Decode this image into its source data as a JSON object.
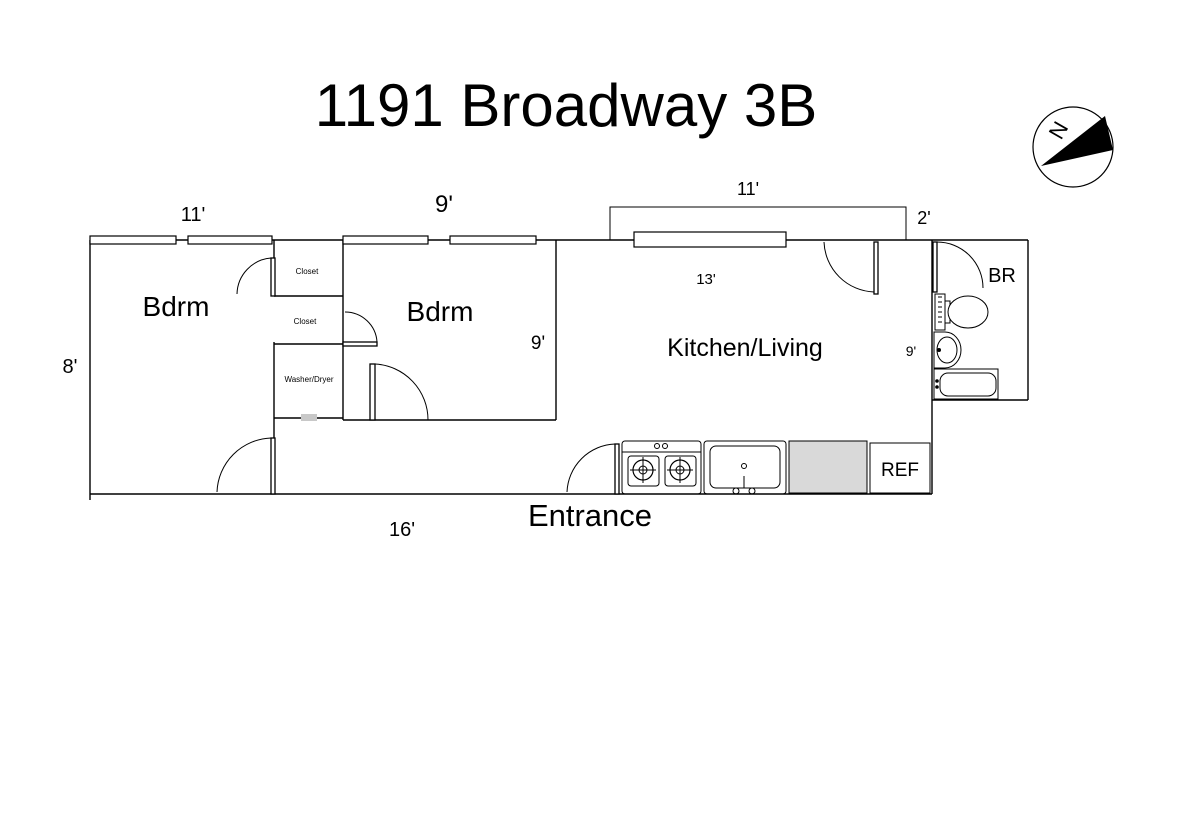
{
  "title": "1191 Broadway 3B",
  "compass": {
    "north_letter": "N",
    "icon": "compass-rose-icon"
  },
  "dimensions": {
    "bedroom1_width": "11'",
    "bedroom_height": "8'",
    "bedroom2_width": "9'",
    "bedroom2_height": "9'",
    "balcony_width": "11'",
    "balcony_depth": "2'",
    "living_width": "13'",
    "bath_height": "9'",
    "overall_width": "16'"
  },
  "rooms": {
    "bedroom1": "Bdrm",
    "bedroom2": "Bdrm",
    "closet1": "Closet",
    "closet2": "Closet",
    "washer_dryer": "Washer/Dryer",
    "kitchen_living": "Kitchen/Living",
    "bathroom": "BR",
    "refrigerator": "REF"
  },
  "entrance_label": "Entrance",
  "colors": {
    "lines": "#000000",
    "background": "#ffffff",
    "counter_fill": "#d9d9d9"
  }
}
